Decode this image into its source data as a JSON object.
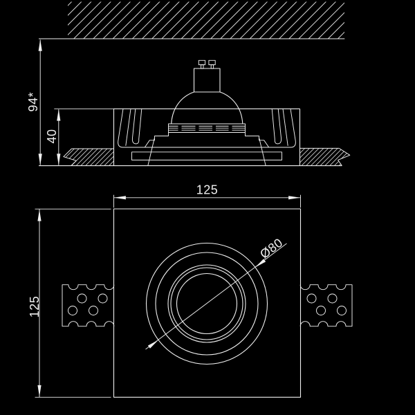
{
  "drawing": {
    "background_color": "#000000",
    "line_color": "#f0f0f0",
    "section_view": {
      "dim_overall_height": "94*",
      "dim_recess_depth": "40"
    },
    "plan_view": {
      "dim_width": "125",
      "dim_height": "125",
      "dim_aperture": "Ø80"
    }
  }
}
